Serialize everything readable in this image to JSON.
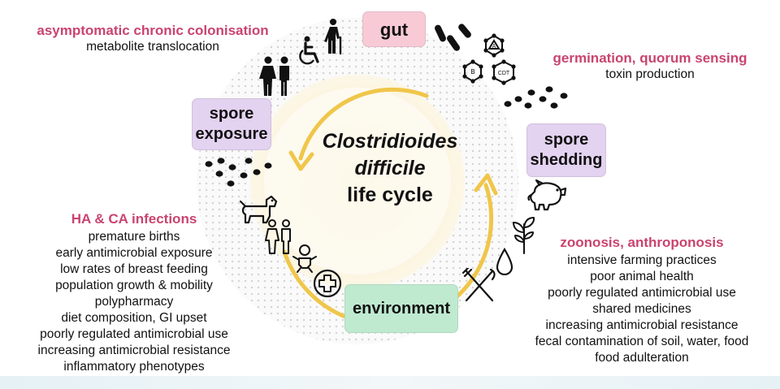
{
  "diagram": {
    "title_line1": "Clostridioides",
    "title_line2": "difficile",
    "title_line3": "life cycle"
  },
  "stages": {
    "gut": "gut",
    "spore_exposure_1": "spore",
    "spore_exposure_2": "exposure",
    "spore_shedding_1": "spore",
    "spore_shedding_2": "shedding",
    "environment": "environment"
  },
  "top_left": {
    "heading": "asymptomatic chronic colonisation",
    "lines": [
      "metabolite translocation"
    ]
  },
  "top_right": {
    "heading": "germination, quorum sensing",
    "lines": [
      "toxin production"
    ]
  },
  "left": {
    "heading": "HA & CA infections",
    "lines": [
      "premature births",
      "early antimicrobial exposure",
      "low rates of breast feeding",
      "population growth & mobility",
      "polypharmacy",
      "diet composition, GI upset",
      "poorly regulated antimicrobial use",
      "increasing antimicrobial resistance",
      "inflammatory phenotypes"
    ]
  },
  "right": {
    "heading": "zoonosis, anthroponosis",
    "lines": [
      "intensive farming practices",
      "poor animal health",
      "poorly regulated antimicrobial use",
      "shared medicines",
      "increasing antimicrobial resistance",
      "fecal contamination of soil, water, food",
      "food adulteration"
    ]
  },
  "toxin_labels": {
    "a": "A",
    "b": "B",
    "cdt": "CDT"
  },
  "colors": {
    "heading": "#c9446f",
    "arrow": "#f0c64a",
    "gut_box": "#f7cad6",
    "spore_box": "#e3d2f0",
    "env_box": "#bfead0"
  }
}
